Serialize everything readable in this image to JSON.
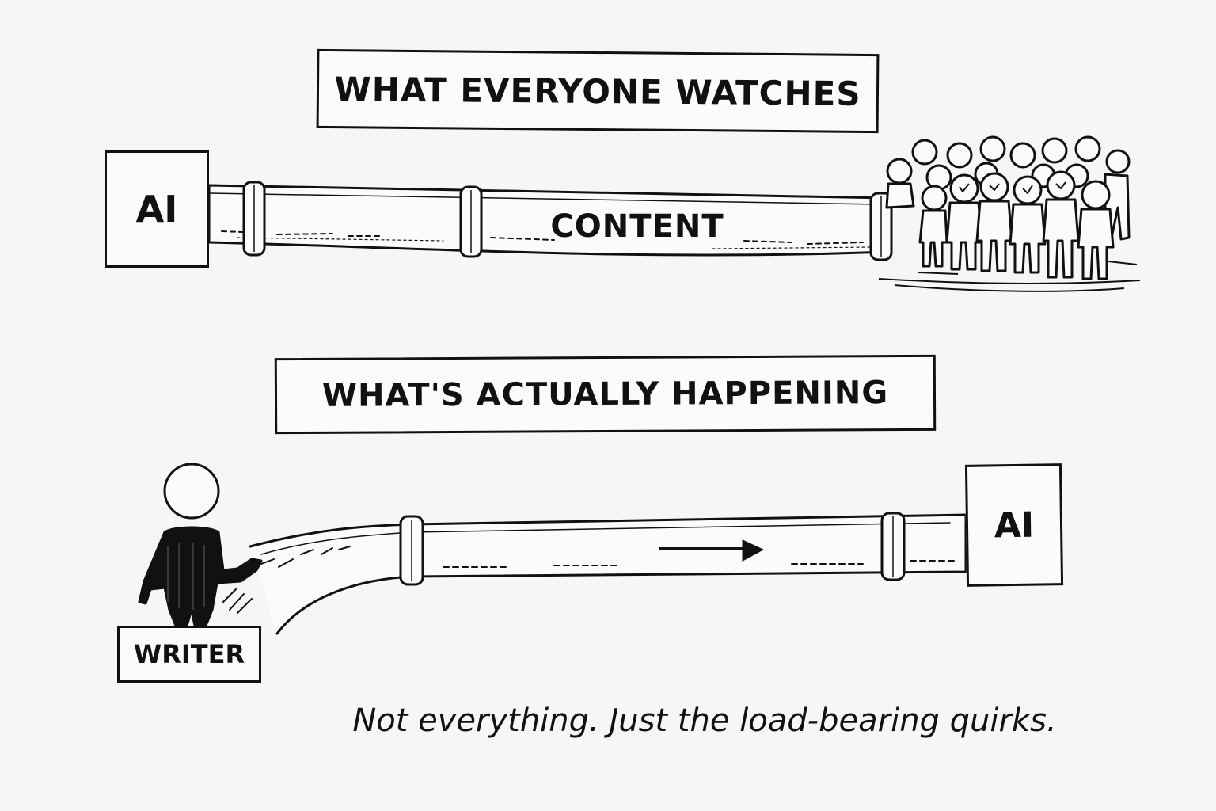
{
  "top_panel": {
    "title": "WHAT EVERYONE WATCHES",
    "source_box": "AI",
    "pipe_label": "CONTENT"
  },
  "bottom_panel": {
    "title": "WHAT'S ACTUALLY HAPPENING",
    "writer_label": "WRITER",
    "target_box": "AI"
  },
  "caption": "Not everything. Just the load-bearing quirks.",
  "colors": {
    "ink": "#111111",
    "paper": "#f6f6f4"
  }
}
